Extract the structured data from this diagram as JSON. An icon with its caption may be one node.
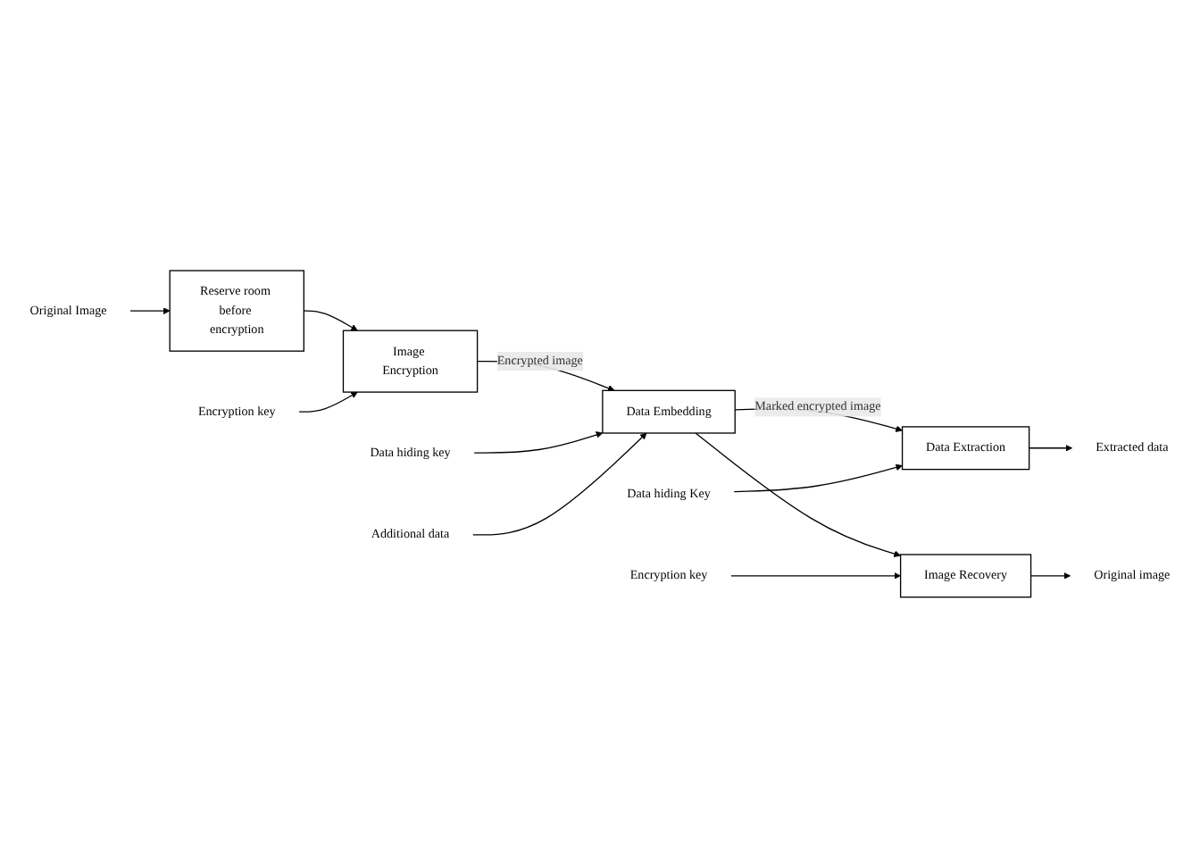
{
  "diagram": {
    "nodes": [
      {
        "text": [
          "Original Image"
        ]
      },
      {
        "text": [
          "Reserve room before encryption"
        ]
      },
      {
        "text": [
          "Encryption key"
        ]
      },
      {
        "text": [
          "Image Encryption"
        ]
      },
      {
        "text": [
          "Data hiding key"
        ]
      },
      {
        "text": [
          "Data Embedding"
        ]
      },
      {
        "text": [
          "Additional data"
        ]
      },
      {
        "text": [
          "Data Extraction"
        ]
      },
      {
        "text": [
          "Data hiding Key"
        ]
      },
      {
        "text": [
          "Image Recovery"
        ]
      },
      {
        "text": [
          "Encryption key"
        ]
      },
      {
        "text": [
          "Extracted data"
        ]
      },
      {
        "text": [
          "Original image"
        ]
      }
    ],
    "edges": [
      {
        "from": 0,
        "to": 1,
        "arrow": "to"
      },
      {
        "from": 1,
        "to": 3,
        "arrow": "to"
      },
      {
        "from": 2,
        "to": 3,
        "arrow": "to"
      },
      {
        "from": 3,
        "to": 5,
        "label": "Encrypted image",
        "arrow": "to"
      },
      {
        "from": 4,
        "to": 5,
        "arrow": "to"
      },
      {
        "from": 6,
        "to": 5,
        "arrow": "to"
      },
      {
        "from": 5,
        "to": 7,
        "label": "Marked encrypted image",
        "arrow": "to"
      },
      {
        "from": 5,
        "to": 9,
        "arrow": "to"
      },
      {
        "from": 8,
        "to": 7,
        "arrow": "to"
      },
      {
        "from": 10,
        "to": 9,
        "arrow": "to"
      },
      {
        "from": 7,
        "to": 11,
        "arrow": "to"
      },
      {
        "from": 9,
        "to": 12,
        "arrow": "to"
      }
    ]
  }
}
